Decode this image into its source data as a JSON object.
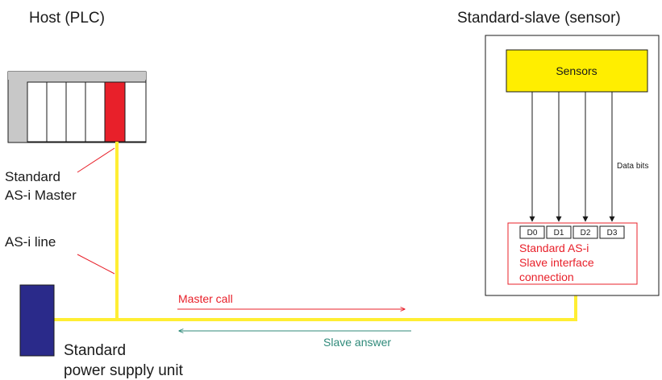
{
  "host": {
    "title": "Host (PLC)"
  },
  "slave_device": {
    "title": "Standard-slave (sensor)"
  },
  "sensors_box": {
    "label": "Sensors"
  },
  "data_bits": {
    "label": "Data bits",
    "bits": [
      "D0",
      "D1",
      "D2",
      "D3"
    ]
  },
  "master": {
    "line1": "Standard",
    "line2": "AS-i Master"
  },
  "asi_line": {
    "label": "AS-i line"
  },
  "slave_interface": {
    "line1": "Standard AS-i",
    "line2": "Slave interface",
    "line3": "connection"
  },
  "messages": {
    "master_call": "Master call",
    "slave_answer": "Slave answer"
  },
  "power_supply": {
    "line1": "Standard",
    "line2": "power supply unit"
  },
  "colors": {
    "asi_cable": "#ffee33",
    "plc_module_active": "#e8202a",
    "sensors_fill": "#ffee00",
    "power_supply": "#2a2a8a",
    "master_call_arrow": "#e8202a",
    "slave_answer_arrow": "#2f8a7a"
  }
}
